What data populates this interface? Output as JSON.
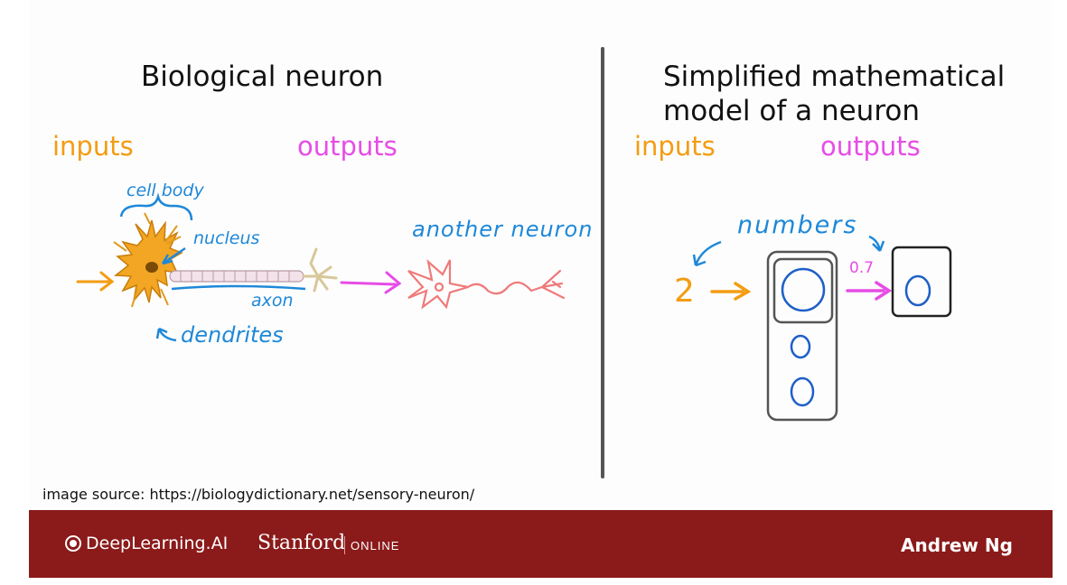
{
  "left": {
    "title": "Biological neuron",
    "inputs_label": "inputs",
    "outputs_label": "outputs",
    "annotations": {
      "cell_body": "cell body",
      "nucleus": "nucleus",
      "axon": "axon",
      "dendrites": "dendrites",
      "another_neuron": "another neuron"
    }
  },
  "right": {
    "title_line1": "Simplified mathematical",
    "title_line2": "model of a neuron",
    "inputs_label": "inputs",
    "outputs_label": "outputs",
    "numbers_label": "numbers",
    "input_value": "2",
    "output_value": "0.7"
  },
  "source": "image source: https://biologydictionary.net/sensory-neuron/",
  "footer": {
    "brand": "DeepLearning.AI",
    "partner": "Stanford",
    "partner_sub": "ONLINE",
    "author": "Andrew Ng"
  },
  "colors": {
    "inputs": "#f39c12",
    "outputs": "#e64de6",
    "annotation": "#1e88d8",
    "footer": "#8b1a1a"
  }
}
